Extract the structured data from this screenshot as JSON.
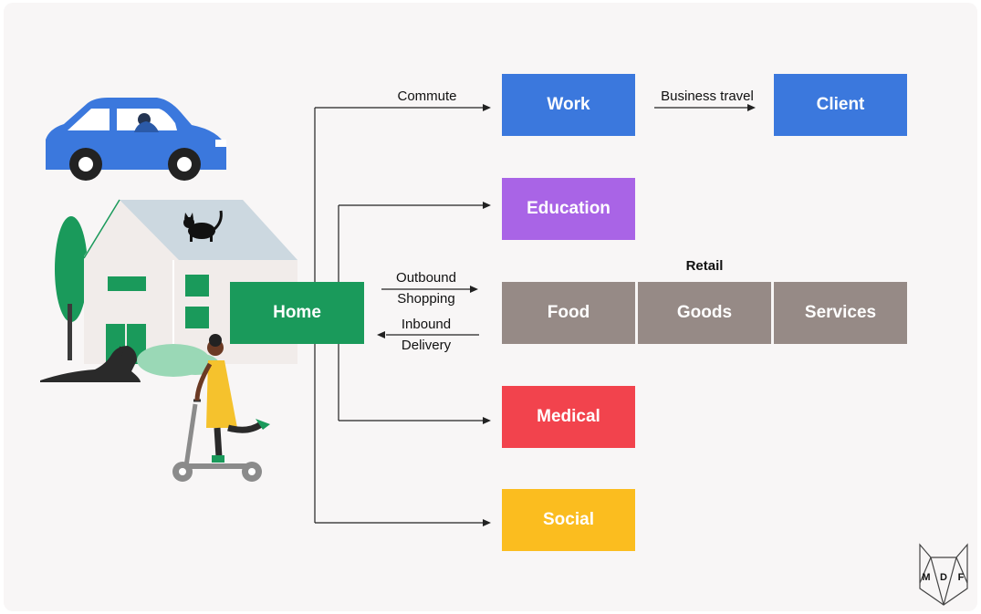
{
  "nodes": {
    "home": "Home",
    "work": "Work",
    "client": "Client",
    "education": "Education",
    "retail_title": "Retail",
    "food": "Food",
    "goods": "Goods",
    "services": "Services",
    "medical": "Medical",
    "social": "Social"
  },
  "edges": {
    "commute": "Commute",
    "business_travel": "Business travel",
    "outbound": "Outbound",
    "shopping": "Shopping",
    "inbound": "Inbound",
    "delivery": "Delivery"
  },
  "colors": {
    "home": "#1a9a5b",
    "work": "#3b78dd",
    "client": "#3b78dd",
    "education": "#a964e6",
    "retail": "#968a86",
    "medical": "#f2434d",
    "social": "#fbbd1f"
  },
  "logo": {
    "letters": [
      "M",
      "D",
      "F"
    ]
  }
}
